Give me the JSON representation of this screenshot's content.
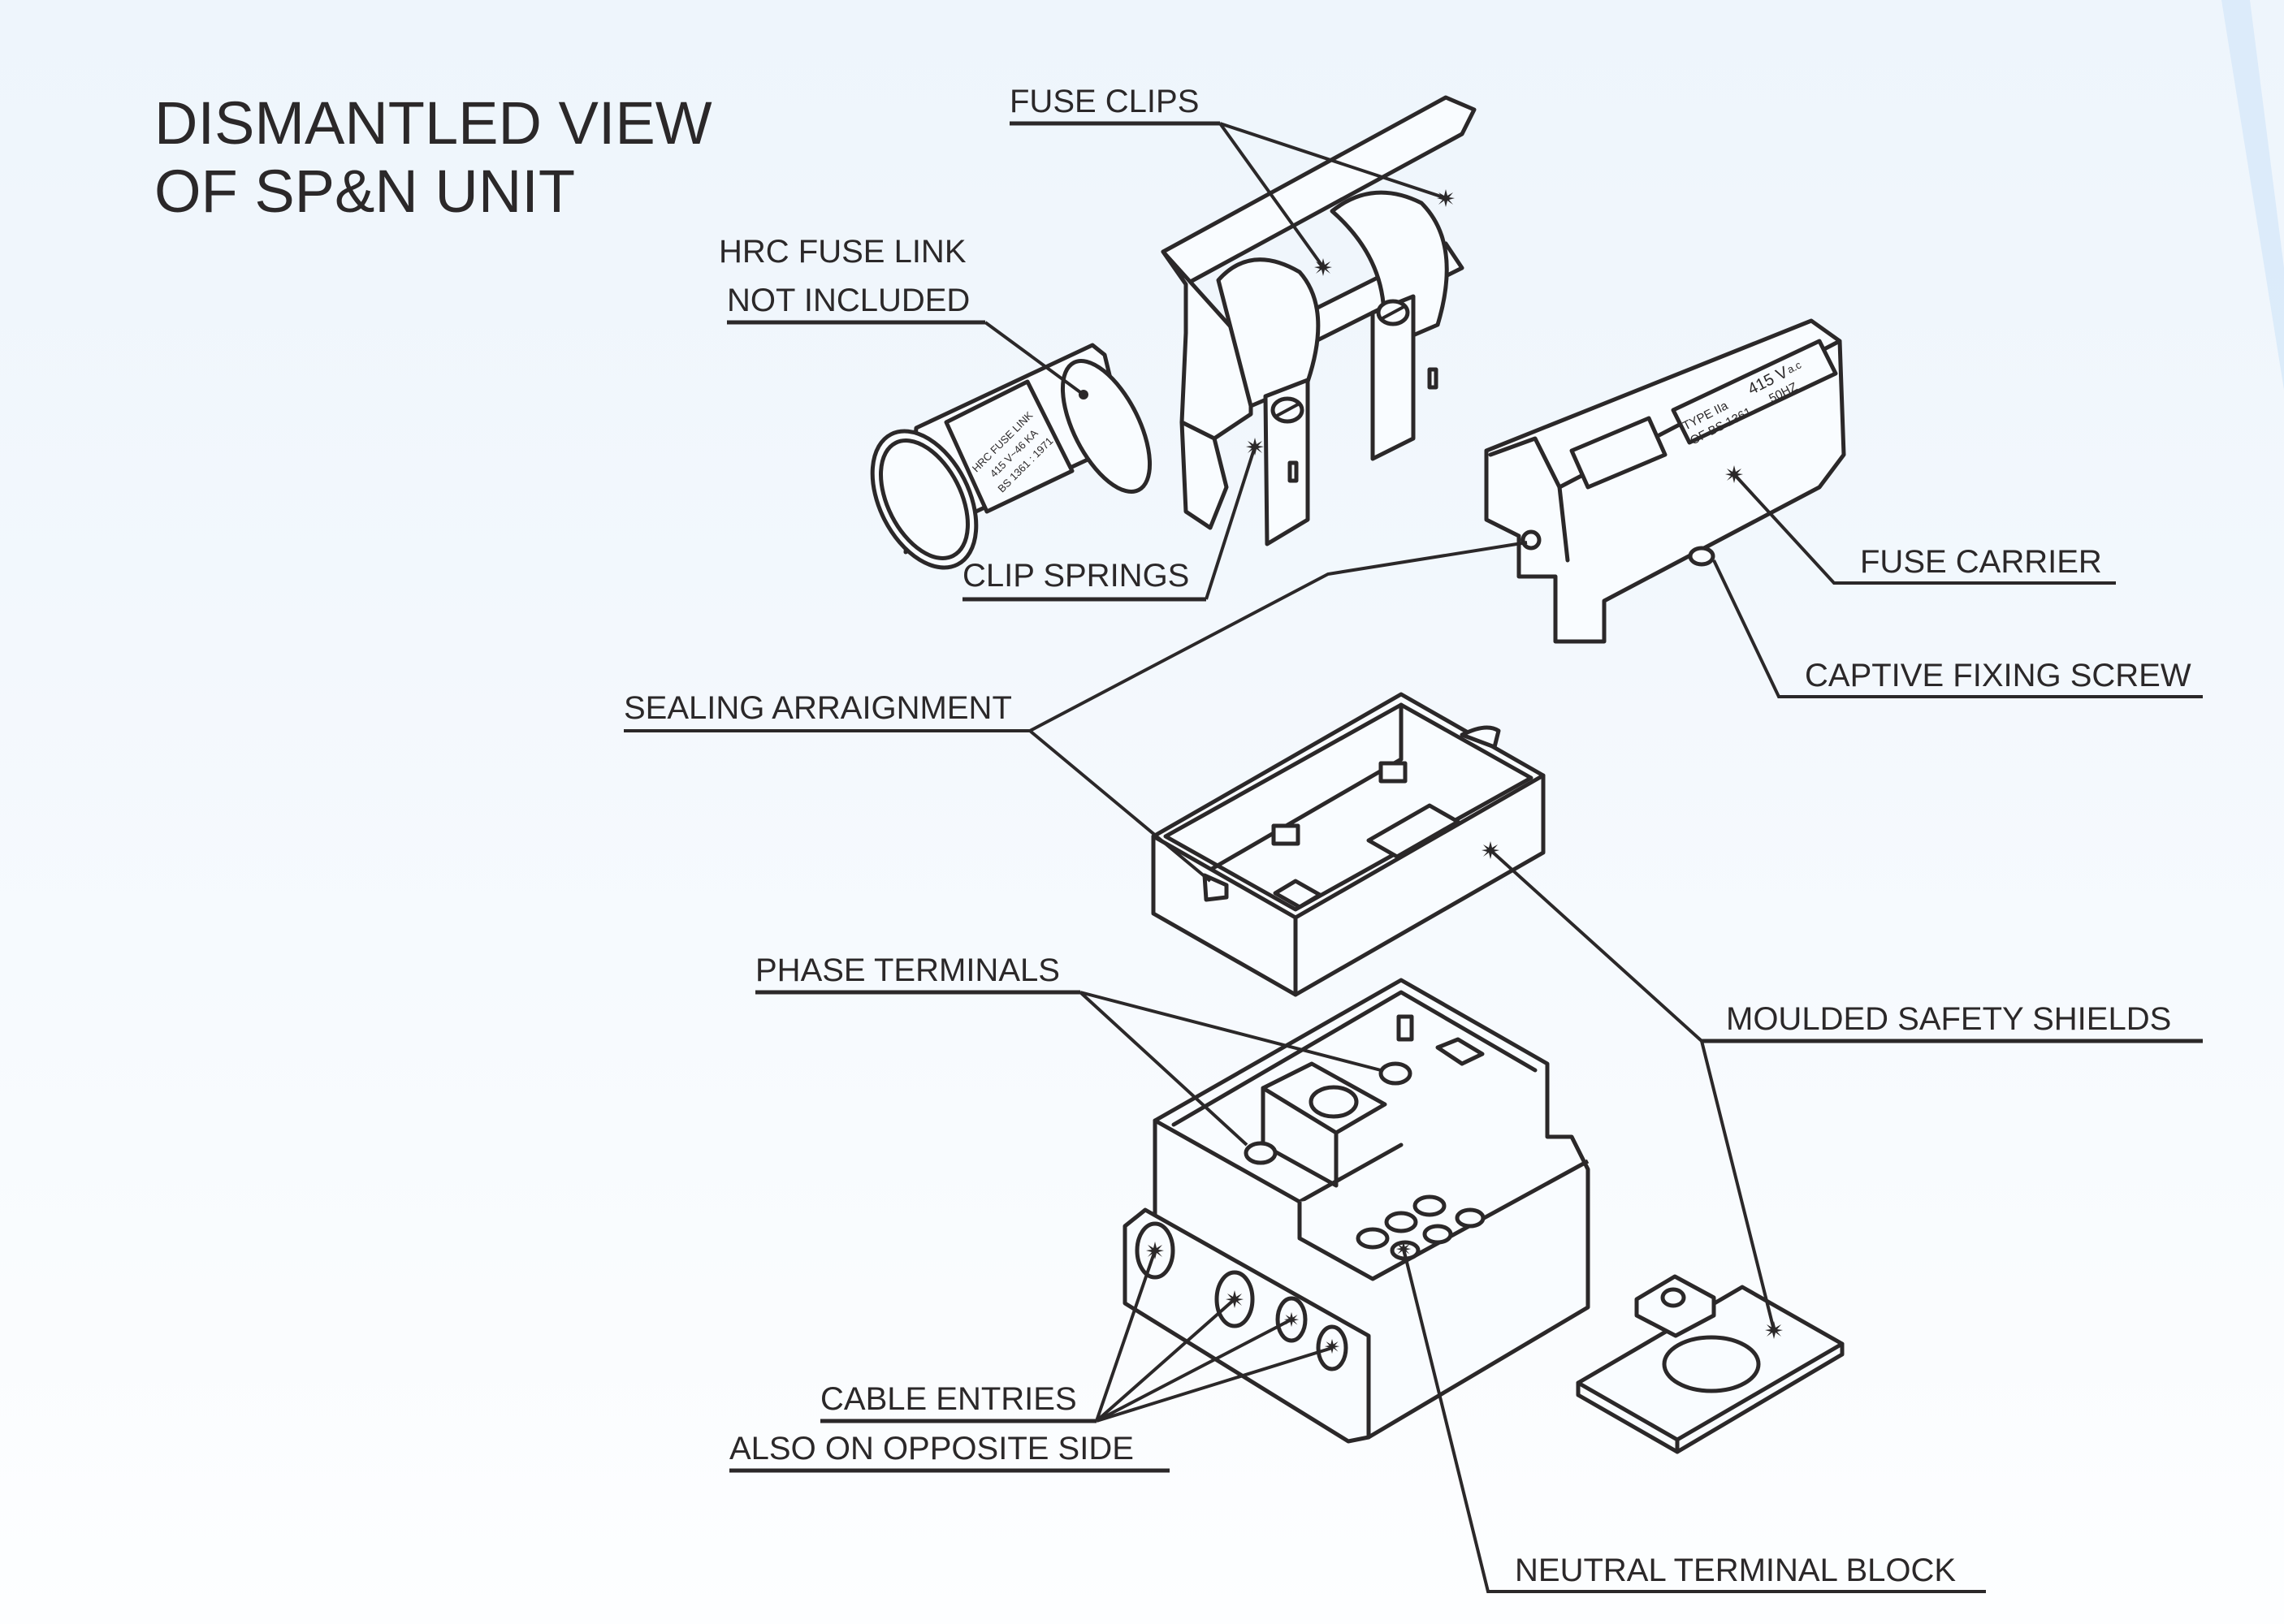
{
  "title": {
    "line1": "DISMANTLED VIEW",
    "line2": "OF SP&N UNIT"
  },
  "labels": {
    "fuse_clips": "FUSE  CLIPS",
    "hrc_fuse_link": "HRC  FUSE  LINK",
    "not_included": "NOT  INCLUDED",
    "clip_springs": "CLIP  SPRINGS",
    "fuse_carrier": "FUSE  CARRIER",
    "captive_fixing_screw": "CAPTIVE FIXING SCREW",
    "sealing_arrangement": "SEALING ARRAIGNMENT",
    "phase_terminals": "PHASE  TERMINALS",
    "moulded_safety_shields": "MOULDED  SAFETY  SHIELDS",
    "cable_entries": "CABLE ENTRIES",
    "also_opposite_side": "ALSO  ON  OPPOSITE  SIDE",
    "neutral_terminal_block": "NEUTRAL  TERMINAL  BLOCK"
  },
  "fuse_link_markings": {
    "line1": "HRC FUSE LINK",
    "line2": "415 V~46 KA",
    "line3": "BS 1361 : 1971"
  },
  "carrier_plate": {
    "type": "TYPE IIa",
    "standard": "OF BS 1361",
    "voltage": "415 V",
    "ac": "a.c",
    "frequency": "50HZ"
  },
  "colors": {
    "ink": "#2b2829",
    "background": "#f3f8fd",
    "accent_stripe": "#d9eafa"
  }
}
